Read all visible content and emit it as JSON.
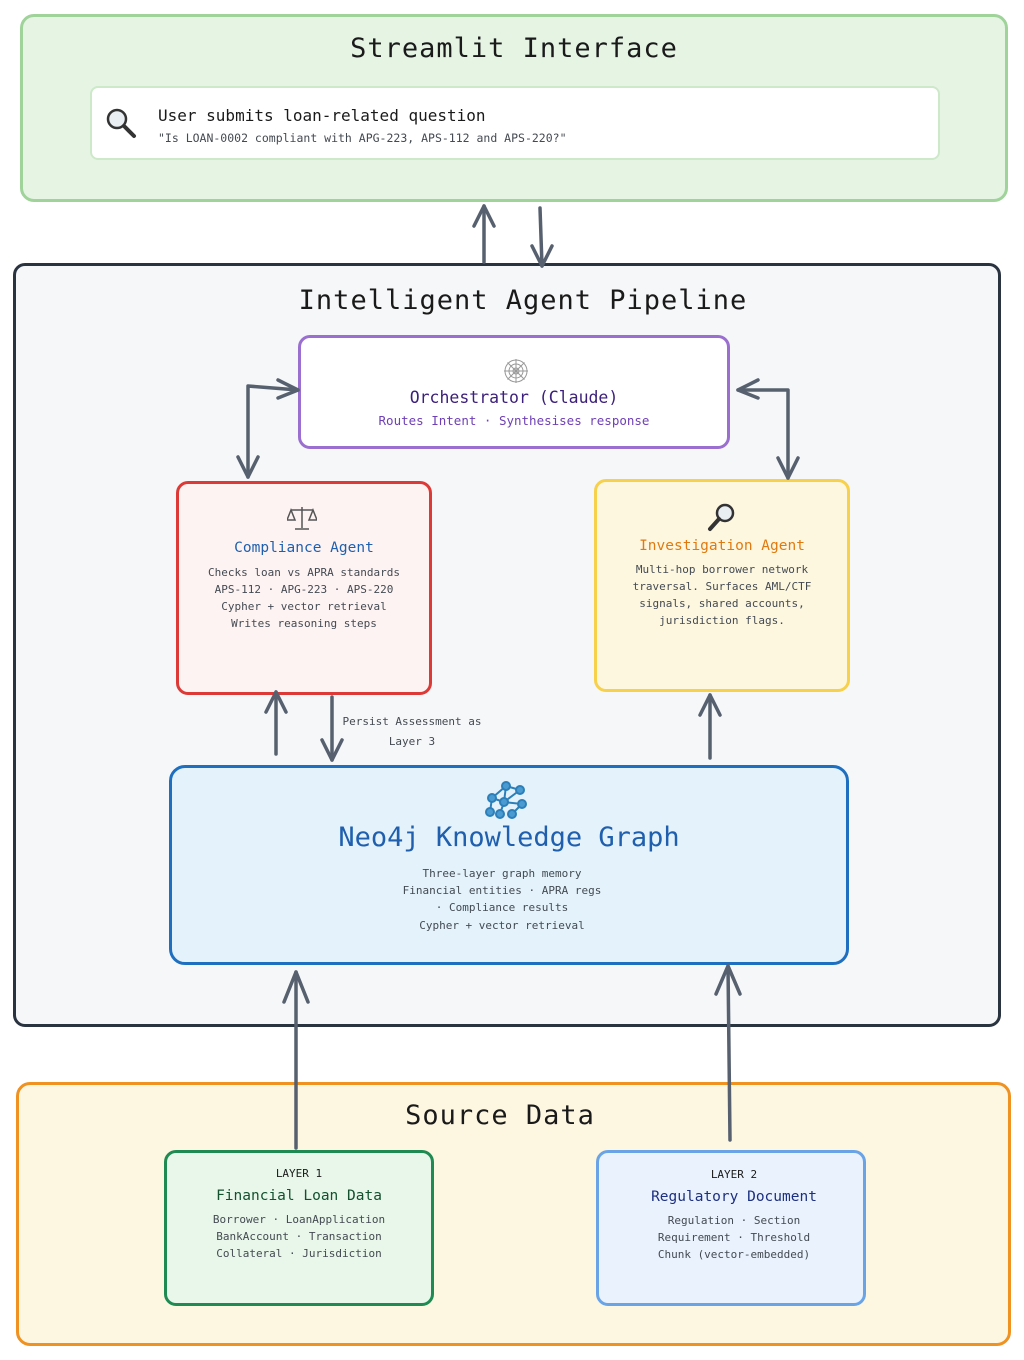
{
  "streamlit": {
    "title": "Streamlit Interface",
    "query_icon": "magnifier-icon",
    "query_title": "User submits loan-related question",
    "query_text": "\"Is LOAN-0002 compliant with APG-223, APS-112 and APS-220?\""
  },
  "pipeline": {
    "title": "Intelligent Agent Pipeline",
    "orchestrator": {
      "icon": "spider-web-icon",
      "title": "Orchestrator (Claude)",
      "subtitle": "Routes Intent · Synthesises response"
    },
    "compliance": {
      "icon": "scales-icon",
      "title": "Compliance Agent",
      "lines": [
        "Checks loan vs APRA standards",
        "APS-112 · APG-223 · APS-220",
        "Cypher + vector retrieval",
        "Writes reasoning steps"
      ]
    },
    "investigation": {
      "icon": "magnifier-icon",
      "title": "Investigation Agent",
      "lines": [
        "Multi-hop borrower network",
        "traversal. Surfaces AML/CTF",
        "signals, shared accounts,",
        "jurisdiction flags."
      ]
    },
    "persist_label": [
      "Persist Assessment as",
      "Layer 3"
    ],
    "neo4j": {
      "icon": "graph-network-icon",
      "title": "Neo4j Knowledge Graph",
      "lines": [
        "Three-layer graph memory",
        "Financial entities · APRA regs",
        "· Compliance results",
        "Cypher + vector retrieval"
      ]
    }
  },
  "source": {
    "title": "Source Data",
    "layer1": {
      "tag": "LAYER 1",
      "title": "Financial Loan Data",
      "lines": [
        "Borrower · LoanApplication",
        "BankAccount · Transaction",
        "Collateral · Jurisdiction"
      ]
    },
    "layer2": {
      "tag": "LAYER 2",
      "title": "Regulatory Document",
      "lines": [
        "Regulation · Section",
        "Requirement · Threshold",
        "Chunk (vector-embedded)"
      ]
    }
  },
  "colors": {
    "arrow": "#56606e",
    "orchestrator_text": "#3b1f7a",
    "orchestrator_sub": "#6e3fb5",
    "compliance_title": "#1f5fae",
    "investigation_title": "#e07a10",
    "neo4j_title": "#1f5fae",
    "layer1_title": "#12502e",
    "layer2_title": "#1c2f80"
  }
}
